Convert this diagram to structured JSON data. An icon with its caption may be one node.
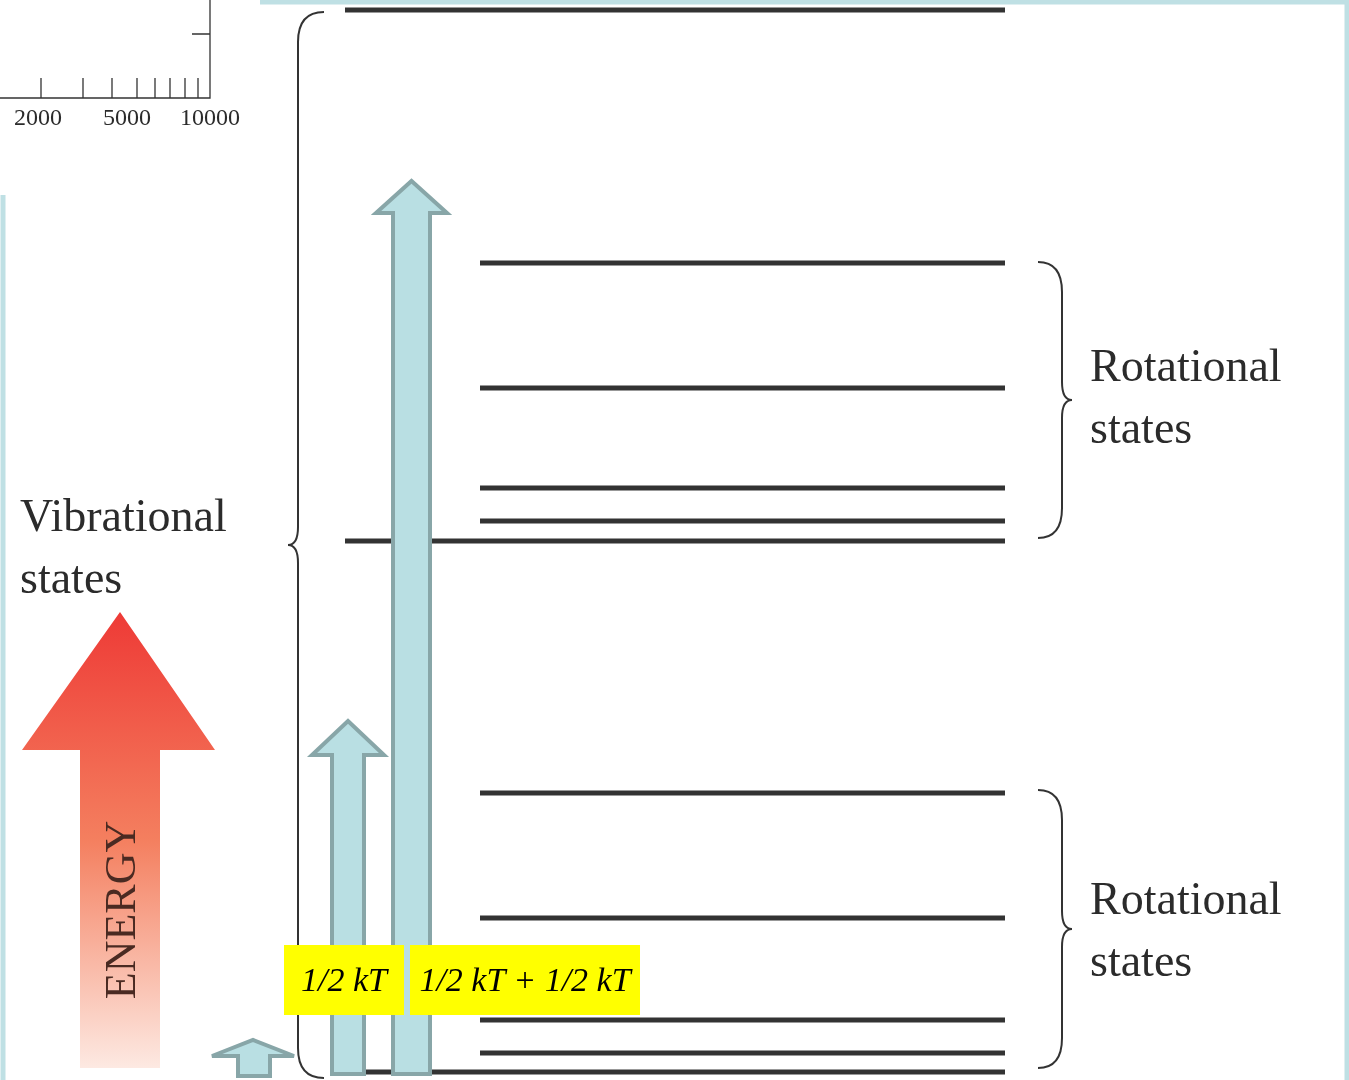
{
  "diagram": {
    "labels": [
      "2000",
      "5000",
      "10000",
      "Vibrational states",
      "Rotational states",
      "Rotational states",
      "ENERGY",
      "1/2 kT",
      "1/2 kT + 1/2 kT"
    ]
  }
}
